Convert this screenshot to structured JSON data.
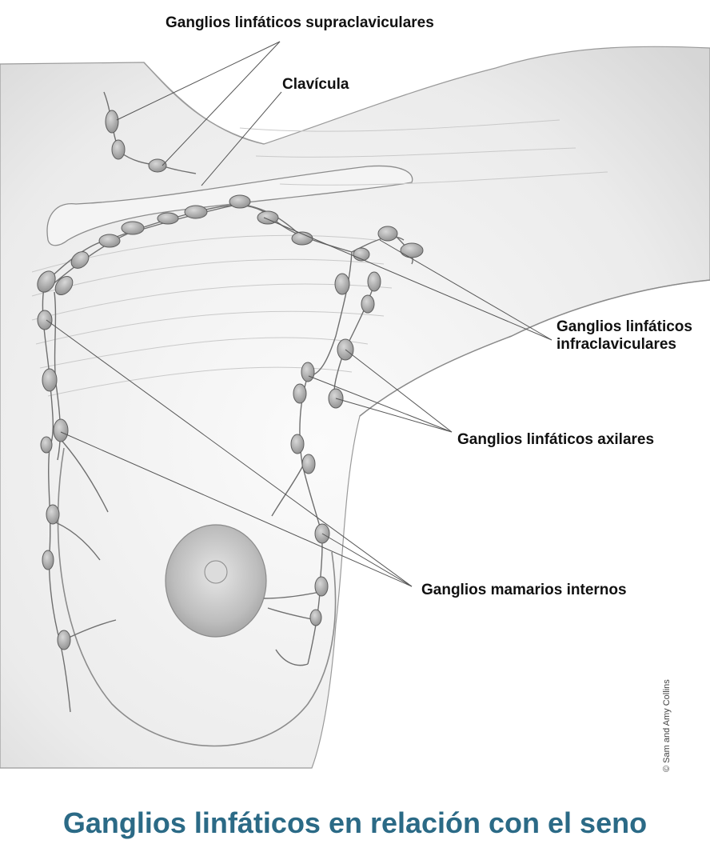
{
  "labels": {
    "supraclavicular": "Ganglios linfáticos supraclaviculares",
    "clavicle": "Clavícula",
    "infraclavicular": "Ganglios linfáticos infraclaviculares",
    "axillary": "Ganglios linfáticos axilares",
    "internal_mammary": "Ganglios mamarios internos"
  },
  "credit": "© Sam and Amy Collins",
  "title": "Ganglios linfáticos en relación con el seno",
  "colors": {
    "title": "#2b6a86",
    "node": "#a9a9a9",
    "vessel": "#6f6f6f",
    "skin": "#efefef"
  }
}
